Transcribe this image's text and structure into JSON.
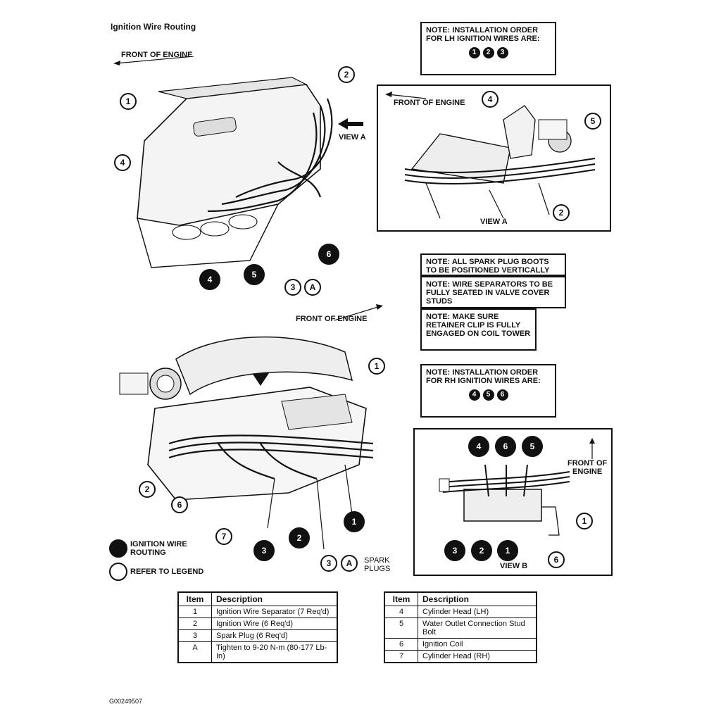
{
  "title": "Ignition Wire Routing",
  "front_of_engine": "FRONT OF ENGINE",
  "front_of_engine_split": [
    "FRONT OF",
    "ENGINE"
  ],
  "view_a": "VIEW A",
  "view_b": "VIEW B",
  "notes": {
    "lh_order": {
      "text": "NOTE: INSTALLATION ORDER FOR LH IGNITION WIRES ARE:",
      "order": [
        "1",
        "2",
        "3"
      ]
    },
    "boots": "NOTE: ALL SPARK PLUG BOOTS TO BE POSITIONED VERTICALLY",
    "separators": "NOTE: WIRE SEPARATORS TO BE FULLY SEATED IN VALVE COVER STUDS",
    "retainer": "NOTE: MAKE SURE RETAINER CLIP IS FULLY ENGAGED ON COIL TOWER",
    "rh_order": {
      "text": "NOTE: INSTALLATION ORDER FOR RH IGNITION WIRES ARE:",
      "order": [
        "4",
        "5",
        "6"
      ]
    }
  },
  "spark_plugs_label": "SPARK PLUGS",
  "legend": {
    "filled": "IGNITION WIRE ROUTING",
    "open": "REFER TO LEGEND"
  },
  "table_headers": {
    "item": "Item",
    "description": "Description"
  },
  "table_left": [
    {
      "item": "1",
      "description": "Ignition Wire Separator (7 Req'd)"
    },
    {
      "item": "2",
      "description": "Ignition Wire (6 Req'd)"
    },
    {
      "item": "3",
      "description": "Spark Plug (6 Req'd)"
    },
    {
      "item": "A",
      "description": "Tighten to 9-20 N-m (80-177 Lb-In)"
    }
  ],
  "table_right": [
    {
      "item": "4",
      "description": "Cylinder Head (LH)"
    },
    {
      "item": "5",
      "description": "Water Outlet Connection Stud Bolt"
    },
    {
      "item": "6",
      "description": "Ignition Coil"
    },
    {
      "item": "7",
      "description": "Cylinder Head (RH)"
    }
  ],
  "callouts": {
    "top_open": [
      "1",
      "2",
      "4",
      "3",
      "A"
    ],
    "top_filled": [
      "4",
      "5",
      "6"
    ],
    "view_a_open": [
      "4",
      "5",
      "2"
    ],
    "bottom_open": [
      "1",
      "2",
      "6",
      "7",
      "3",
      "A"
    ],
    "bottom_filled": [
      "3",
      "2",
      "1"
    ],
    "view_b_filled_top": [
      "4",
      "6",
      "5"
    ],
    "view_b_filled_bottom": [
      "3",
      "2",
      "1"
    ],
    "view_b_open": [
      "1",
      "6"
    ]
  },
  "figure_code": "G00249507"
}
